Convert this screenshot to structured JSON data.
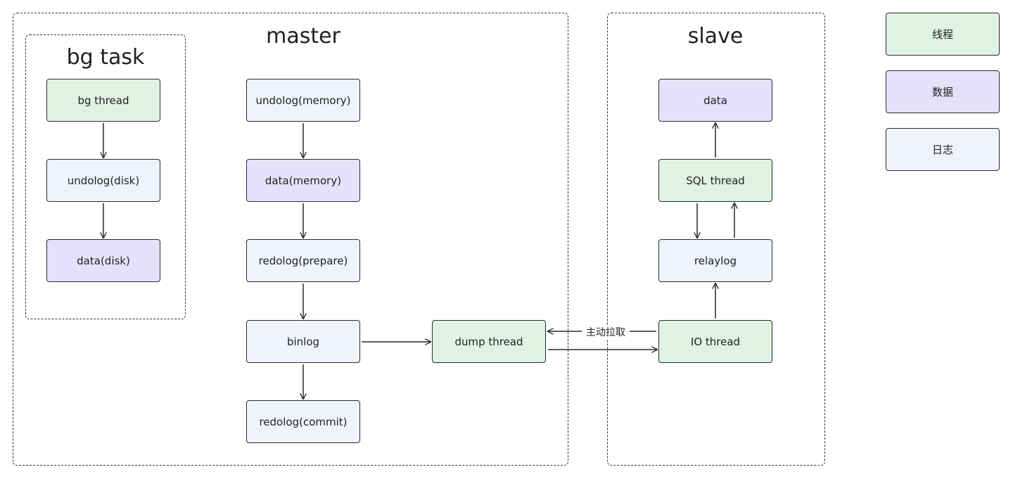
{
  "regions": {
    "master": "master",
    "bg_task": "bg task",
    "slave": "slave"
  },
  "nodes": {
    "bg_thread": "bg thread",
    "undolog_disk": "undolog(disk)",
    "data_disk": "data(disk)",
    "undolog_memory": "undolog(memory)",
    "data_memory": "data(memory)",
    "redolog_prepare": "redolog(prepare)",
    "binlog": "binlog",
    "redolog_commit": "redolog(commit)",
    "dump_thread": "dump thread",
    "slave_data": "data",
    "sql_thread": "SQL thread",
    "relaylog": "relaylog",
    "io_thread": "IO thread"
  },
  "edge_labels": {
    "pull": "主动拉取"
  },
  "legend": {
    "thread": "线程",
    "data": "数据",
    "log": "日志"
  },
  "colors": {
    "thread": "#dff3e4",
    "data": "#e7e0fb",
    "log": "#eef3fc",
    "stroke": "#2b2b2b"
  }
}
